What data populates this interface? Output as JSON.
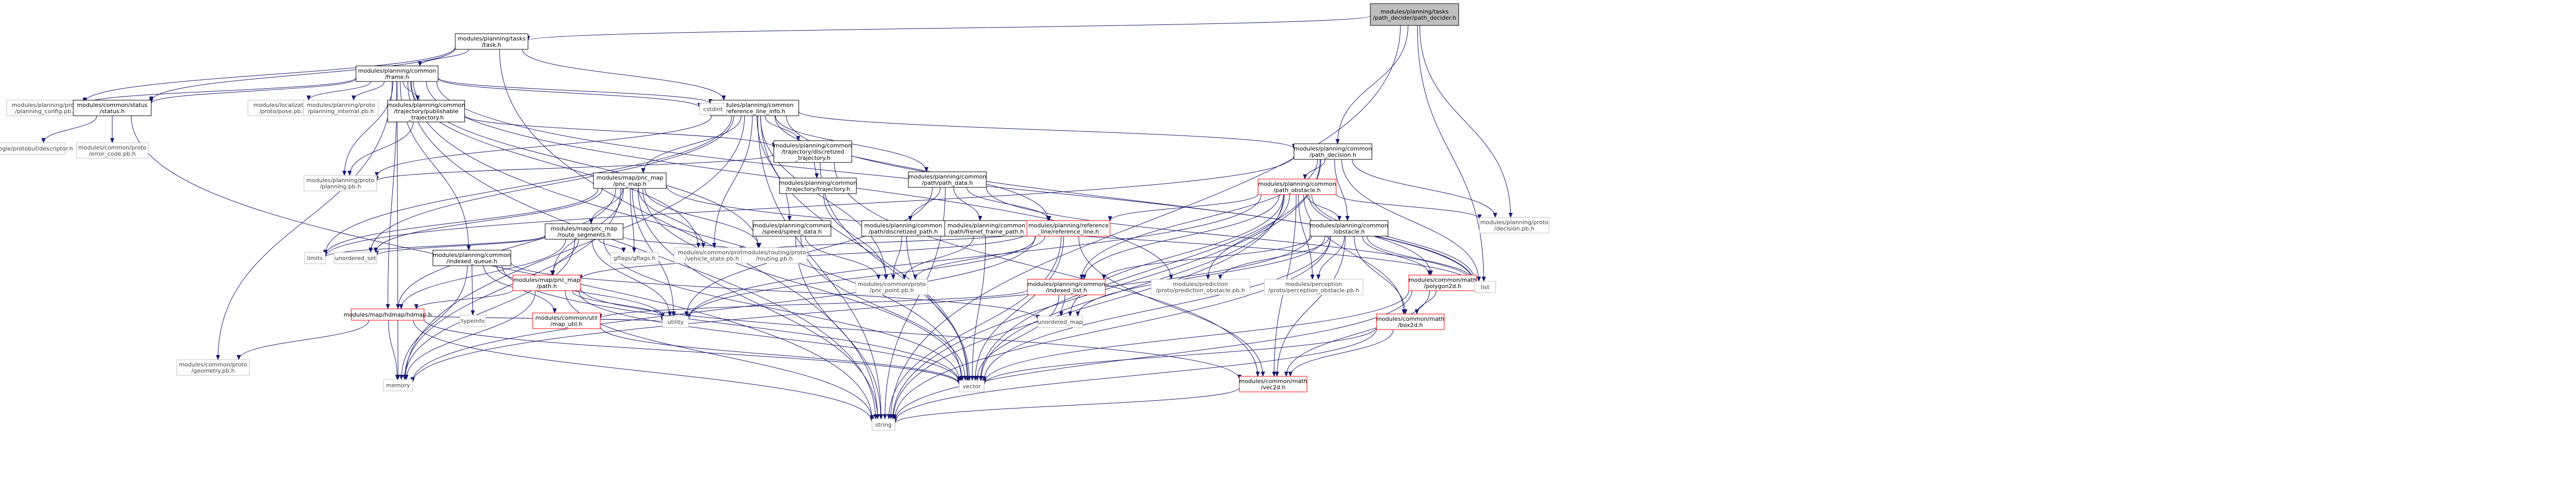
{
  "graph_title": "modules/planning/tasks/path_decider/path_decider.h",
  "colors": {
    "edge": "#191970",
    "root_fill": "#bfbfbf",
    "node_fill": "#ffffff",
    "normal_border": "#000000",
    "red_border": "#ff0000",
    "leaf_border": "#bfbfbf",
    "leaf_text": "#404040"
  },
  "nodes": [
    {
      "id": "n_root",
      "type": "root",
      "lines": [
        "modules/planning/tasks",
        "/path_decider/path_decider.h"
      ]
    },
    {
      "id": "n_task",
      "type": "normal",
      "lines": [
        "modules/planning/tasks",
        "/task.h"
      ]
    },
    {
      "id": "n_frame",
      "type": "normal",
      "lines": [
        "modules/planning/common",
        "/frame.h"
      ]
    },
    {
      "id": "n_planning_config",
      "type": "leaf",
      "lines": [
        "modules/planning/proto",
        "/planning_config.pb.h"
      ]
    },
    {
      "id": "n_status",
      "type": "normal",
      "lines": [
        "modules/common/status",
        "/status.h"
      ]
    },
    {
      "id": "n_pose",
      "type": "leaf",
      "lines": [
        "modules/localization",
        "/proto/pose.pb.h"
      ]
    },
    {
      "id": "n_planning_internal",
      "type": "leaf",
      "lines": [
        "modules/planning/proto",
        "/planning_internal.pb.h"
      ]
    },
    {
      "id": "n_pub_traj",
      "type": "normal",
      "lines": [
        "modules/planning/common",
        "/trajectory/publishable",
        "_trajectory.h"
      ]
    },
    {
      "id": "n_ref_line_info",
      "type": "normal",
      "lines": [
        "modules/planning/common",
        "/reference_line_info.h"
      ]
    },
    {
      "id": "n_cstdint",
      "type": "leaf",
      "lines": [
        "cstdint"
      ]
    },
    {
      "id": "n_descriptor",
      "type": "leaf",
      "lines": [
        "google/protobuf/descriptor.h"
      ]
    },
    {
      "id": "n_error_code",
      "type": "leaf",
      "lines": [
        "modules/common/proto",
        "/error_code.pb.h"
      ]
    },
    {
      "id": "n_disc_traj",
      "type": "normal",
      "lines": [
        "modules/planning/common",
        "/trajectory/discretized",
        "_trajectory.h"
      ]
    },
    {
      "id": "n_path_decision",
      "type": "normal",
      "lines": [
        "modules/planning/common",
        "/path_decision.h"
      ]
    },
    {
      "id": "n_planning_pb",
      "type": "leaf",
      "lines": [
        "modules/planning/proto",
        "/planning.pb.h"
      ]
    },
    {
      "id": "n_pnc_map",
      "type": "normal",
      "lines": [
        "modules/map/pnc_map",
        "/pnc_map.h"
      ]
    },
    {
      "id": "n_traj_pb",
      "type": "normal",
      "lines": [
        "modules/planning/common",
        "/trajectory/trajectory.h"
      ]
    },
    {
      "id": "n_path_data",
      "type": "normal",
      "lines": [
        "modules/planning/common",
        "/path/path_data.h"
      ]
    },
    {
      "id": "n_path_obstacle",
      "type": "red",
      "lines": [
        "modules/planning/common",
        "/path_obstacle.h"
      ]
    },
    {
      "id": "n_speed_data",
      "type": "normal",
      "lines": [
        "modules/planning/common",
        "/speed/speed_data.h"
      ]
    },
    {
      "id": "n_route_segments",
      "type": "normal",
      "lines": [
        "modules/map/pnc_map",
        "/route_segments.h"
      ]
    },
    {
      "id": "n_disc_path",
      "type": "normal",
      "lines": [
        "modules/planning/common",
        "/path/discretized_path.h"
      ]
    },
    {
      "id": "n_frenet_path",
      "type": "normal",
      "lines": [
        "modules/planning/common",
        "/path/frenet_frame_path.h"
      ]
    },
    {
      "id": "n_ref_line",
      "type": "red",
      "lines": [
        "modules/planning/reference",
        "_line/reference_line.h"
      ]
    },
    {
      "id": "n_decision_pb",
      "type": "leaf",
      "lines": [
        "modules/planning/proto",
        "/decision.pb.h"
      ]
    },
    {
      "id": "n_obstacle",
      "type": "normal",
      "lines": [
        "modules/planning/common",
        "/obstacle.h"
      ]
    },
    {
      "id": "n_limits",
      "type": "leaf",
      "lines": [
        "limits"
      ]
    },
    {
      "id": "n_unordered_set",
      "type": "leaf",
      "lines": [
        "unordered_set"
      ]
    },
    {
      "id": "n_gflags",
      "type": "leaf",
      "lines": [
        "gflags/gflags.h"
      ]
    },
    {
      "id": "n_path_h",
      "type": "red",
      "lines": [
        "modules/map/pnc_map",
        "/path.h"
      ]
    },
    {
      "id": "n_vehicle_state",
      "type": "leaf",
      "lines": [
        "modules/common/proto",
        "/vehicle_state.pb.h"
      ]
    },
    {
      "id": "n_routing_pb",
      "type": "leaf",
      "lines": [
        "modules/routing/proto",
        "/routing.pb.h"
      ]
    },
    {
      "id": "n_pnc_point",
      "type": "leaf",
      "lines": [
        "modules/common/proto",
        "/pnc_point.pb.h"
      ]
    },
    {
      "id": "n_indexed_list",
      "type": "red",
      "lines": [
        "modules/planning/common",
        "/indexed_list.h"
      ]
    },
    {
      "id": "n_prediction_obstacle",
      "type": "leaf",
      "lines": [
        "modules/prediction",
        "/proto/prediction_obstacle.pb.h"
      ]
    },
    {
      "id": "n_perception_obstacle",
      "type": "leaf",
      "lines": [
        "modules/perception",
        "/proto/perception_obstacle.pb.h"
      ]
    },
    {
      "id": "n_polygon2d",
      "type": "red",
      "lines": [
        "modules/common/math",
        "/polygon2d.h"
      ]
    },
    {
      "id": "n_list",
      "type": "leaf",
      "lines": [
        "list"
      ]
    },
    {
      "id": "n_indexed_queue",
      "type": "normal",
      "lines": [
        "modules/planning/common",
        "/indexed_queue.h"
      ]
    },
    {
      "id": "n_hdmap",
      "type": "red",
      "lines": [
        "modules/map/hdmap/hdmap.h"
      ]
    },
    {
      "id": "n_map_util",
      "type": "red",
      "lines": [
        "modules/common/util",
        "/map_util.h"
      ]
    },
    {
      "id": "n_typeinfo",
      "type": "leaf",
      "lines": [
        "typeinfo"
      ]
    },
    {
      "id": "n_utility",
      "type": "leaf",
      "lines": [
        "utility"
      ]
    },
    {
      "id": "n_unordered_map",
      "type": "leaf",
      "lines": [
        "unordered_map"
      ]
    },
    {
      "id": "n_box2d",
      "type": "red",
      "lines": [
        "modules/common/math",
        "/box2d.h"
      ]
    },
    {
      "id": "n_geometry_pb",
      "type": "leaf",
      "lines": [
        "modules/common/proto",
        "/geometry.pb.h"
      ]
    },
    {
      "id": "n_memory",
      "type": "leaf",
      "lines": [
        "memory"
      ]
    },
    {
      "id": "n_vector",
      "type": "leaf",
      "lines": [
        "vector"
      ]
    },
    {
      "id": "n_vec2d",
      "type": "red",
      "lines": [
        "modules/common/math",
        "/vec2d.h"
      ]
    },
    {
      "id": "n_string",
      "type": "leaf",
      "lines": [
        "string"
      ]
    }
  ]
}
